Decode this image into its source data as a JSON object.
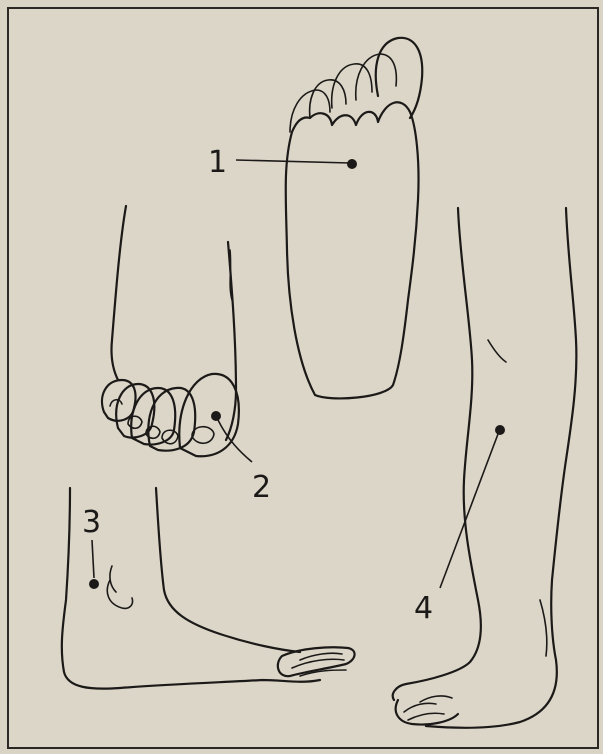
{
  "diagram": {
    "labels": [
      {
        "id": "1",
        "text": "1"
      },
      {
        "id": "2",
        "text": "2"
      },
      {
        "id": "3",
        "text": "3"
      },
      {
        "id": "4",
        "text": "4"
      }
    ],
    "colors": {
      "paper": "#d9d3c6",
      "ink": "#1c1a18"
    }
  }
}
